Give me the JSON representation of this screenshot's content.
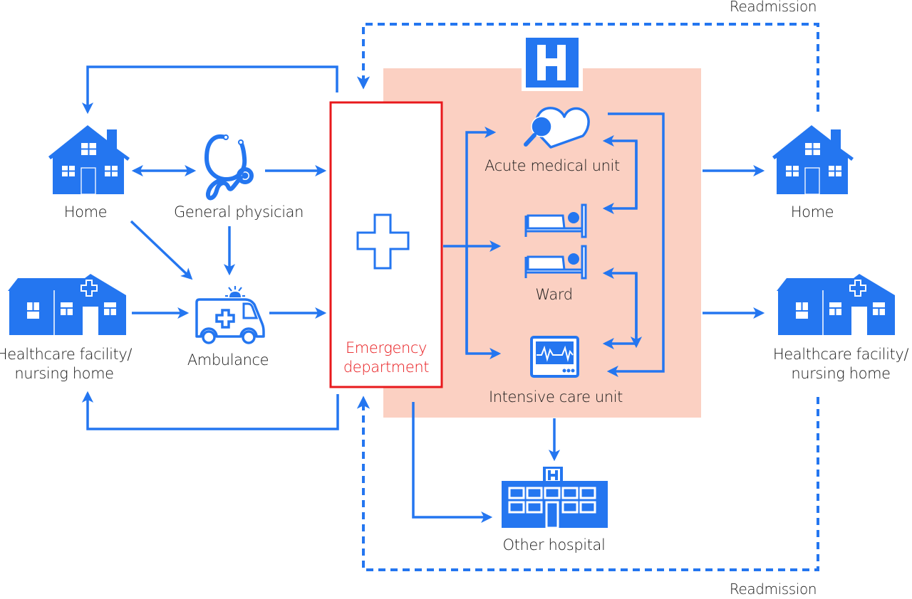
{
  "colors": {
    "accent_blue": "#2476f0",
    "ed_red": "#e8191c",
    "hospital_bg": "#fbd0c2",
    "text": "#1a1a1a"
  },
  "nodes": {
    "home_left": {
      "label": "Home",
      "icon": "house-icon"
    },
    "gp": {
      "label": "General physician",
      "icon": "stethoscope-icon"
    },
    "facility_left": {
      "label": "Healthcare facility/\nnursing home",
      "icon": "healthcare-facility-icon"
    },
    "ambulance": {
      "label": "Ambulance",
      "icon": "ambulance-icon"
    },
    "ed": {
      "label": "Emergency\ndepartment",
      "icon": "cross-icon"
    },
    "hospital": {
      "icon": "hospital-h-icon",
      "glyph": "H"
    },
    "amu": {
      "label": "Acute medical unit",
      "icon": "heart-magnifier-icon"
    },
    "ward": {
      "label": "Ward",
      "icon": "hospital-bed-icon"
    },
    "icu": {
      "label": "Intensive care unit",
      "icon": "heart-monitor-icon"
    },
    "other_hospital": {
      "label": "Other hospital",
      "icon": "hospital-building-icon",
      "glyph": "H"
    },
    "home_right": {
      "label": "Home",
      "icon": "house-icon"
    },
    "facility_right": {
      "label": "Healthcare facility/\nnursing home",
      "icon": "healthcare-facility-icon"
    }
  },
  "readmission": {
    "top_label": "Readmission",
    "bottom_label": "Readmission"
  },
  "edges": [
    {
      "from": "home_left",
      "to": "gp",
      "style": "solid",
      "bidirectional": true
    },
    {
      "from": "gp",
      "to": "ed",
      "style": "solid"
    },
    {
      "from": "home_left",
      "to": "ambulance",
      "style": "solid"
    },
    {
      "from": "gp",
      "to": "ambulance",
      "style": "solid"
    },
    {
      "from": "facility_left",
      "to": "ambulance",
      "style": "solid"
    },
    {
      "from": "ambulance",
      "to": "ed",
      "style": "solid"
    },
    {
      "from": "ed",
      "to": "home_left",
      "style": "solid"
    },
    {
      "from": "ed",
      "to": "facility_left",
      "style": "solid"
    },
    {
      "from": "ed",
      "to": "amu",
      "style": "solid"
    },
    {
      "from": "ed",
      "to": "ward",
      "style": "solid"
    },
    {
      "from": "ed",
      "to": "icu",
      "style": "solid"
    },
    {
      "from": "amu",
      "to": "ward",
      "style": "solid"
    },
    {
      "from": "ward",
      "to": "icu",
      "style": "solid",
      "bidirectional": true
    },
    {
      "from": "amu",
      "to": "icu",
      "style": "solid"
    },
    {
      "from": "hospital",
      "to": "home_right",
      "style": "solid"
    },
    {
      "from": "hospital",
      "to": "facility_right",
      "style": "solid"
    },
    {
      "from": "icu",
      "to": "other_hospital",
      "style": "solid"
    },
    {
      "from": "ed",
      "to": "other_hospital",
      "style": "solid"
    },
    {
      "from": "home_right",
      "to": "ed",
      "style": "dashed",
      "label": "Readmission"
    },
    {
      "from": "facility_right",
      "to": "ed",
      "style": "dashed",
      "label": "Readmission"
    }
  ]
}
